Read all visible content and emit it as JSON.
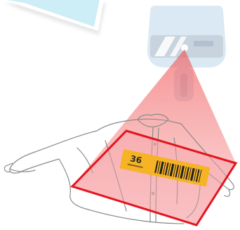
{
  "illustration": {
    "scanner": {
      "icon": "handheld-barcode-scanner",
      "body_color": "#dbe9f5",
      "window_color": "#c9d3de",
      "beam_color": "#f26b6b"
    },
    "panel": {
      "icon": "light-blue-panel",
      "fill_color": "#cdeef6"
    },
    "shirt": {
      "icon": "shirt-line-drawing",
      "line_color": "#8a8a8a"
    },
    "scan_area": {
      "border_color": "#e3141e",
      "fill_color": "#f6a4a8"
    },
    "tag": {
      "number": "36",
      "fill_color": "#f5b325",
      "barcode_icon": "barcode-stripes"
    }
  }
}
